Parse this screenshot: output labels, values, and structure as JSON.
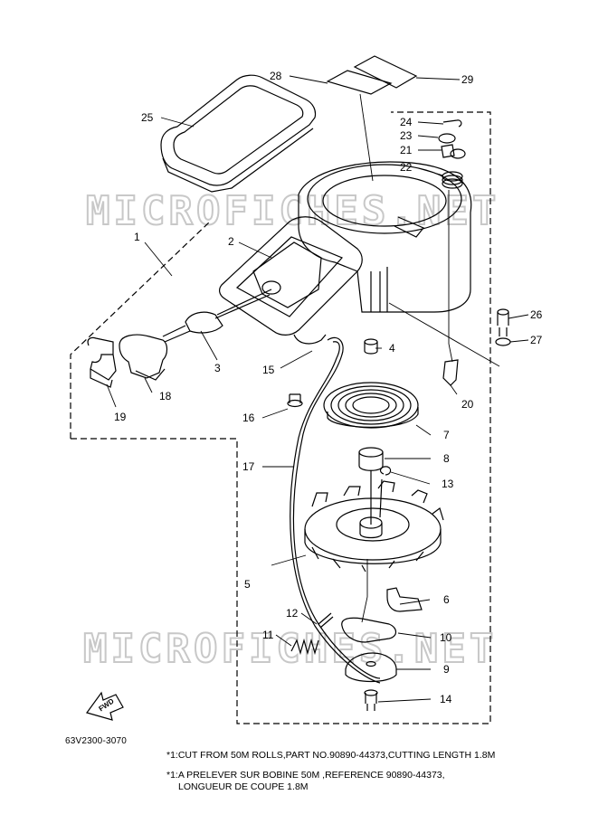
{
  "diagram": {
    "watermark": "MICROFICHES.NET",
    "fwd_label": "FWD",
    "drawing_code": "63V2300-3070",
    "parts": [
      {
        "num": "1"
      },
      {
        "num": "2"
      },
      {
        "num": "3"
      },
      {
        "num": "4"
      },
      {
        "num": "5"
      },
      {
        "num": "6"
      },
      {
        "num": "7"
      },
      {
        "num": "8"
      },
      {
        "num": "9"
      },
      {
        "num": "10"
      },
      {
        "num": "11"
      },
      {
        "num": "12"
      },
      {
        "num": "13"
      },
      {
        "num": "14"
      },
      {
        "num": "15"
      },
      {
        "num": "16"
      },
      {
        "num": "17"
      },
      {
        "num": "18"
      },
      {
        "num": "19"
      },
      {
        "num": "20"
      },
      {
        "num": "21"
      },
      {
        "num": "22"
      },
      {
        "num": "23"
      },
      {
        "num": "24"
      },
      {
        "num": "25"
      },
      {
        "num": "26"
      },
      {
        "num": "27"
      },
      {
        "num": "28"
      },
      {
        "num": "29"
      }
    ],
    "notes": {
      "english": "*1:CUT FROM 50M ROLLS,PART NO.90890-44373,CUTTING LENGTH 1.8M",
      "french_line1": "*1:A PRELEVER SUR BOBINE 50M ,REFERENCE 90890-44373,",
      "french_line2": "LONGUEUR DE COUPE 1.8M"
    }
  }
}
